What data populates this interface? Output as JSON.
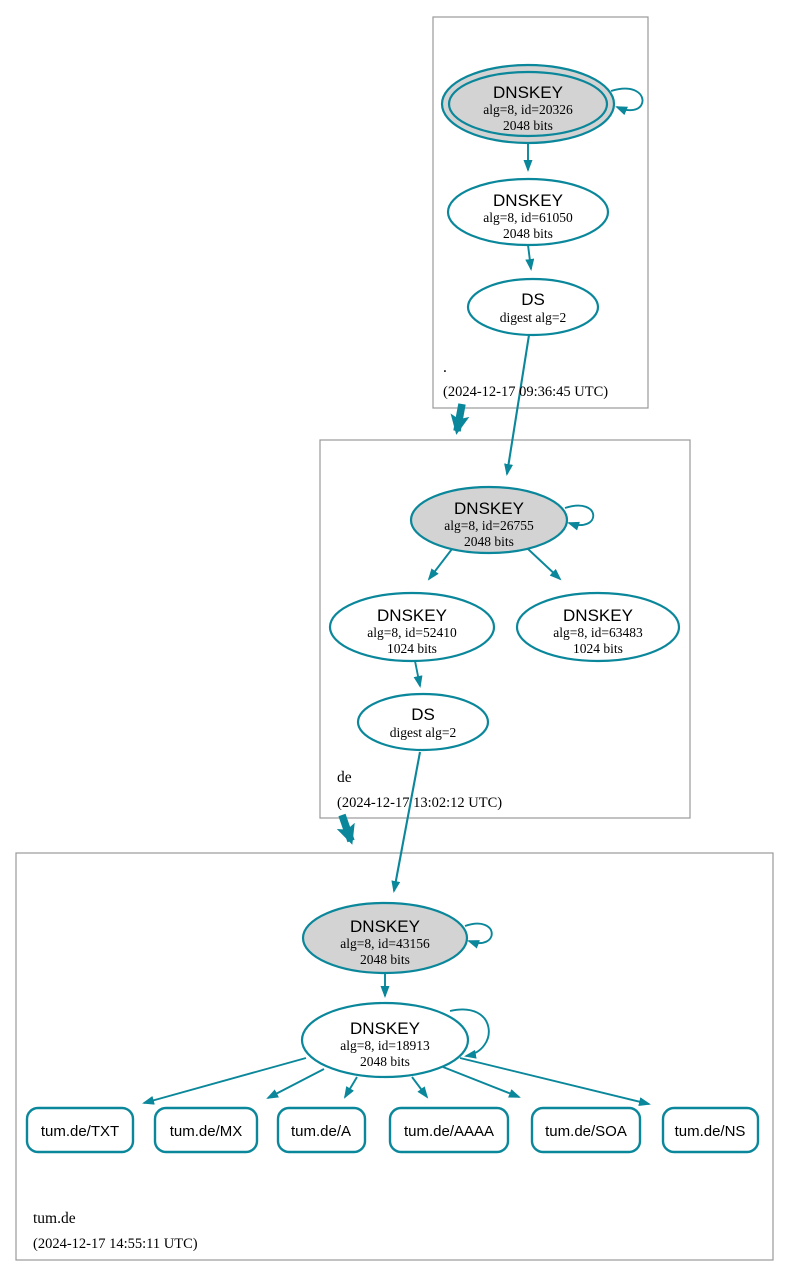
{
  "diagram": {
    "kind": "dnssec-authentication-chain",
    "colors": {
      "edge": "#0a879a",
      "sep_key_fill": "#d3d3d3",
      "node_fill": "#ffffff",
      "cluster_border": "#999999",
      "text": "#000000"
    },
    "zones": [
      {
        "name": ".",
        "timestamp": "(2024-12-17 09:36:45 UTC)",
        "nodes": [
          {
            "title": "DNSKEY",
            "line2": "alg=8, id=20326",
            "line3": "2048 bits"
          },
          {
            "title": "DNSKEY",
            "line2": "alg=8, id=61050",
            "line3": "2048 bits"
          },
          {
            "title": "DS",
            "line2": "digest alg=2",
            "line3": ""
          }
        ]
      },
      {
        "name": "de",
        "timestamp": "(2024-12-17 13:02:12 UTC)",
        "nodes": [
          {
            "title": "DNSKEY",
            "line2": "alg=8, id=26755",
            "line3": "2048 bits"
          },
          {
            "title": "DNSKEY",
            "line2": "alg=8, id=52410",
            "line3": "1024 bits"
          },
          {
            "title": "DNSKEY",
            "line2": "alg=8, id=63483",
            "line3": "1024 bits"
          },
          {
            "title": "DS",
            "line2": "digest alg=2",
            "line3": ""
          }
        ]
      },
      {
        "name": "tum.de",
        "timestamp": "(2024-12-17 14:55:11 UTC)",
        "nodes": [
          {
            "title": "DNSKEY",
            "line2": "alg=8, id=43156",
            "line3": "2048 bits"
          },
          {
            "title": "DNSKEY",
            "line2": "alg=8, id=18913",
            "line3": "2048 bits"
          }
        ],
        "rrsets": [
          {
            "label": "tum.de/TXT"
          },
          {
            "label": "tum.de/MX"
          },
          {
            "label": "tum.de/A"
          },
          {
            "label": "tum.de/AAAA"
          },
          {
            "label": "tum.de/SOA"
          },
          {
            "label": "tum.de/NS"
          }
        ]
      }
    ]
  }
}
